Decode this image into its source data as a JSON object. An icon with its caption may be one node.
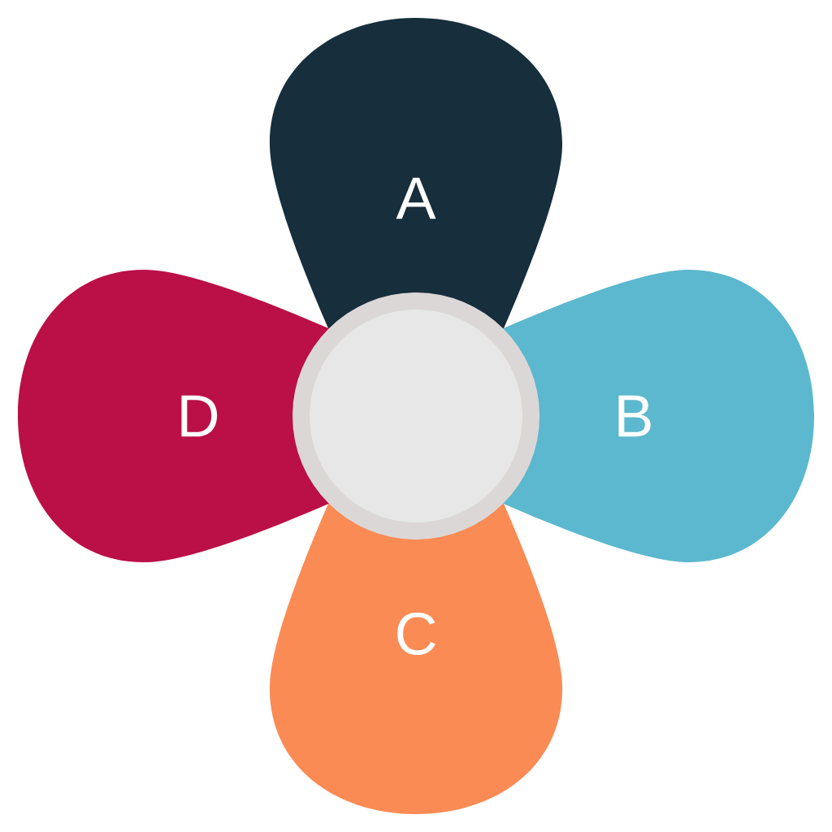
{
  "diagram": {
    "nodes": [
      {
        "text": [
          "A"
        ]
      },
      {
        "text": [
          "B"
        ]
      },
      {
        "text": [
          "C"
        ]
      },
      {
        "text": [
          "D"
        ]
      },
      {
        "text": [],
        "shape": "circle"
      }
    ]
  }
}
